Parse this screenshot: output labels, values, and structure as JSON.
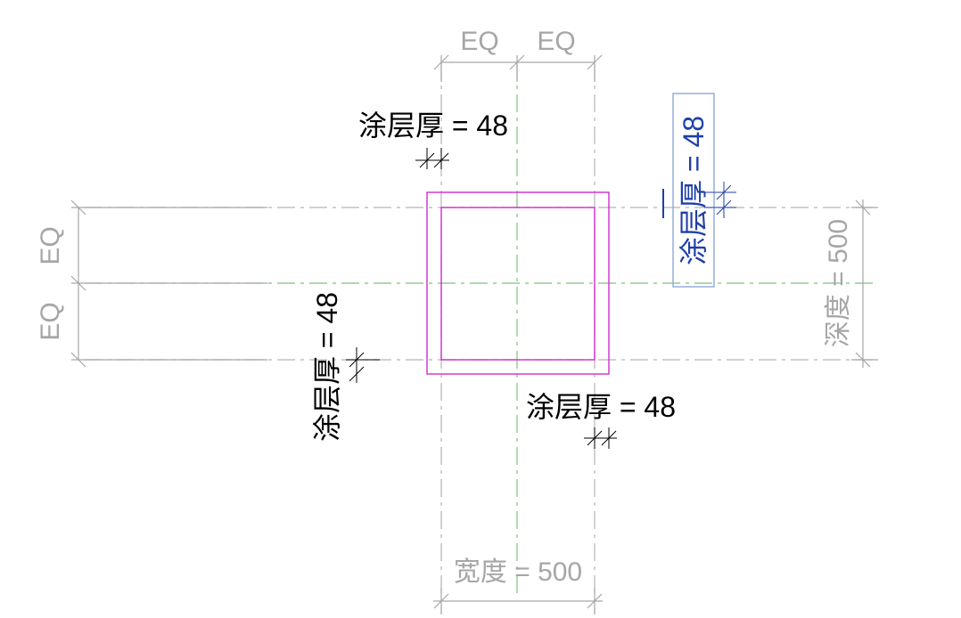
{
  "labels": {
    "top_eq_left": "EQ",
    "top_eq_right": "EQ",
    "left_eq_upper": "EQ",
    "left_eq_lower": "EQ",
    "cover_top": "涂层厚 = 48",
    "cover_left": "涂层厚 = 48",
    "cover_bottom": "涂层厚 = 48",
    "cover_right": "涂层厚 = 48",
    "width_dim": "宽度 = 500",
    "depth_dim": "深度 = 500"
  },
  "colors": {
    "dim_gray": "#a6a6a6",
    "reference_green": "#7fbf7f",
    "reference_gray": "#b3b3b3",
    "section_magenta": "#d12bd1",
    "selected_blue": "#1f3fa8",
    "selected_box": "#8fa8d6",
    "text_black": "#000000",
    "background": "#ffffff"
  }
}
